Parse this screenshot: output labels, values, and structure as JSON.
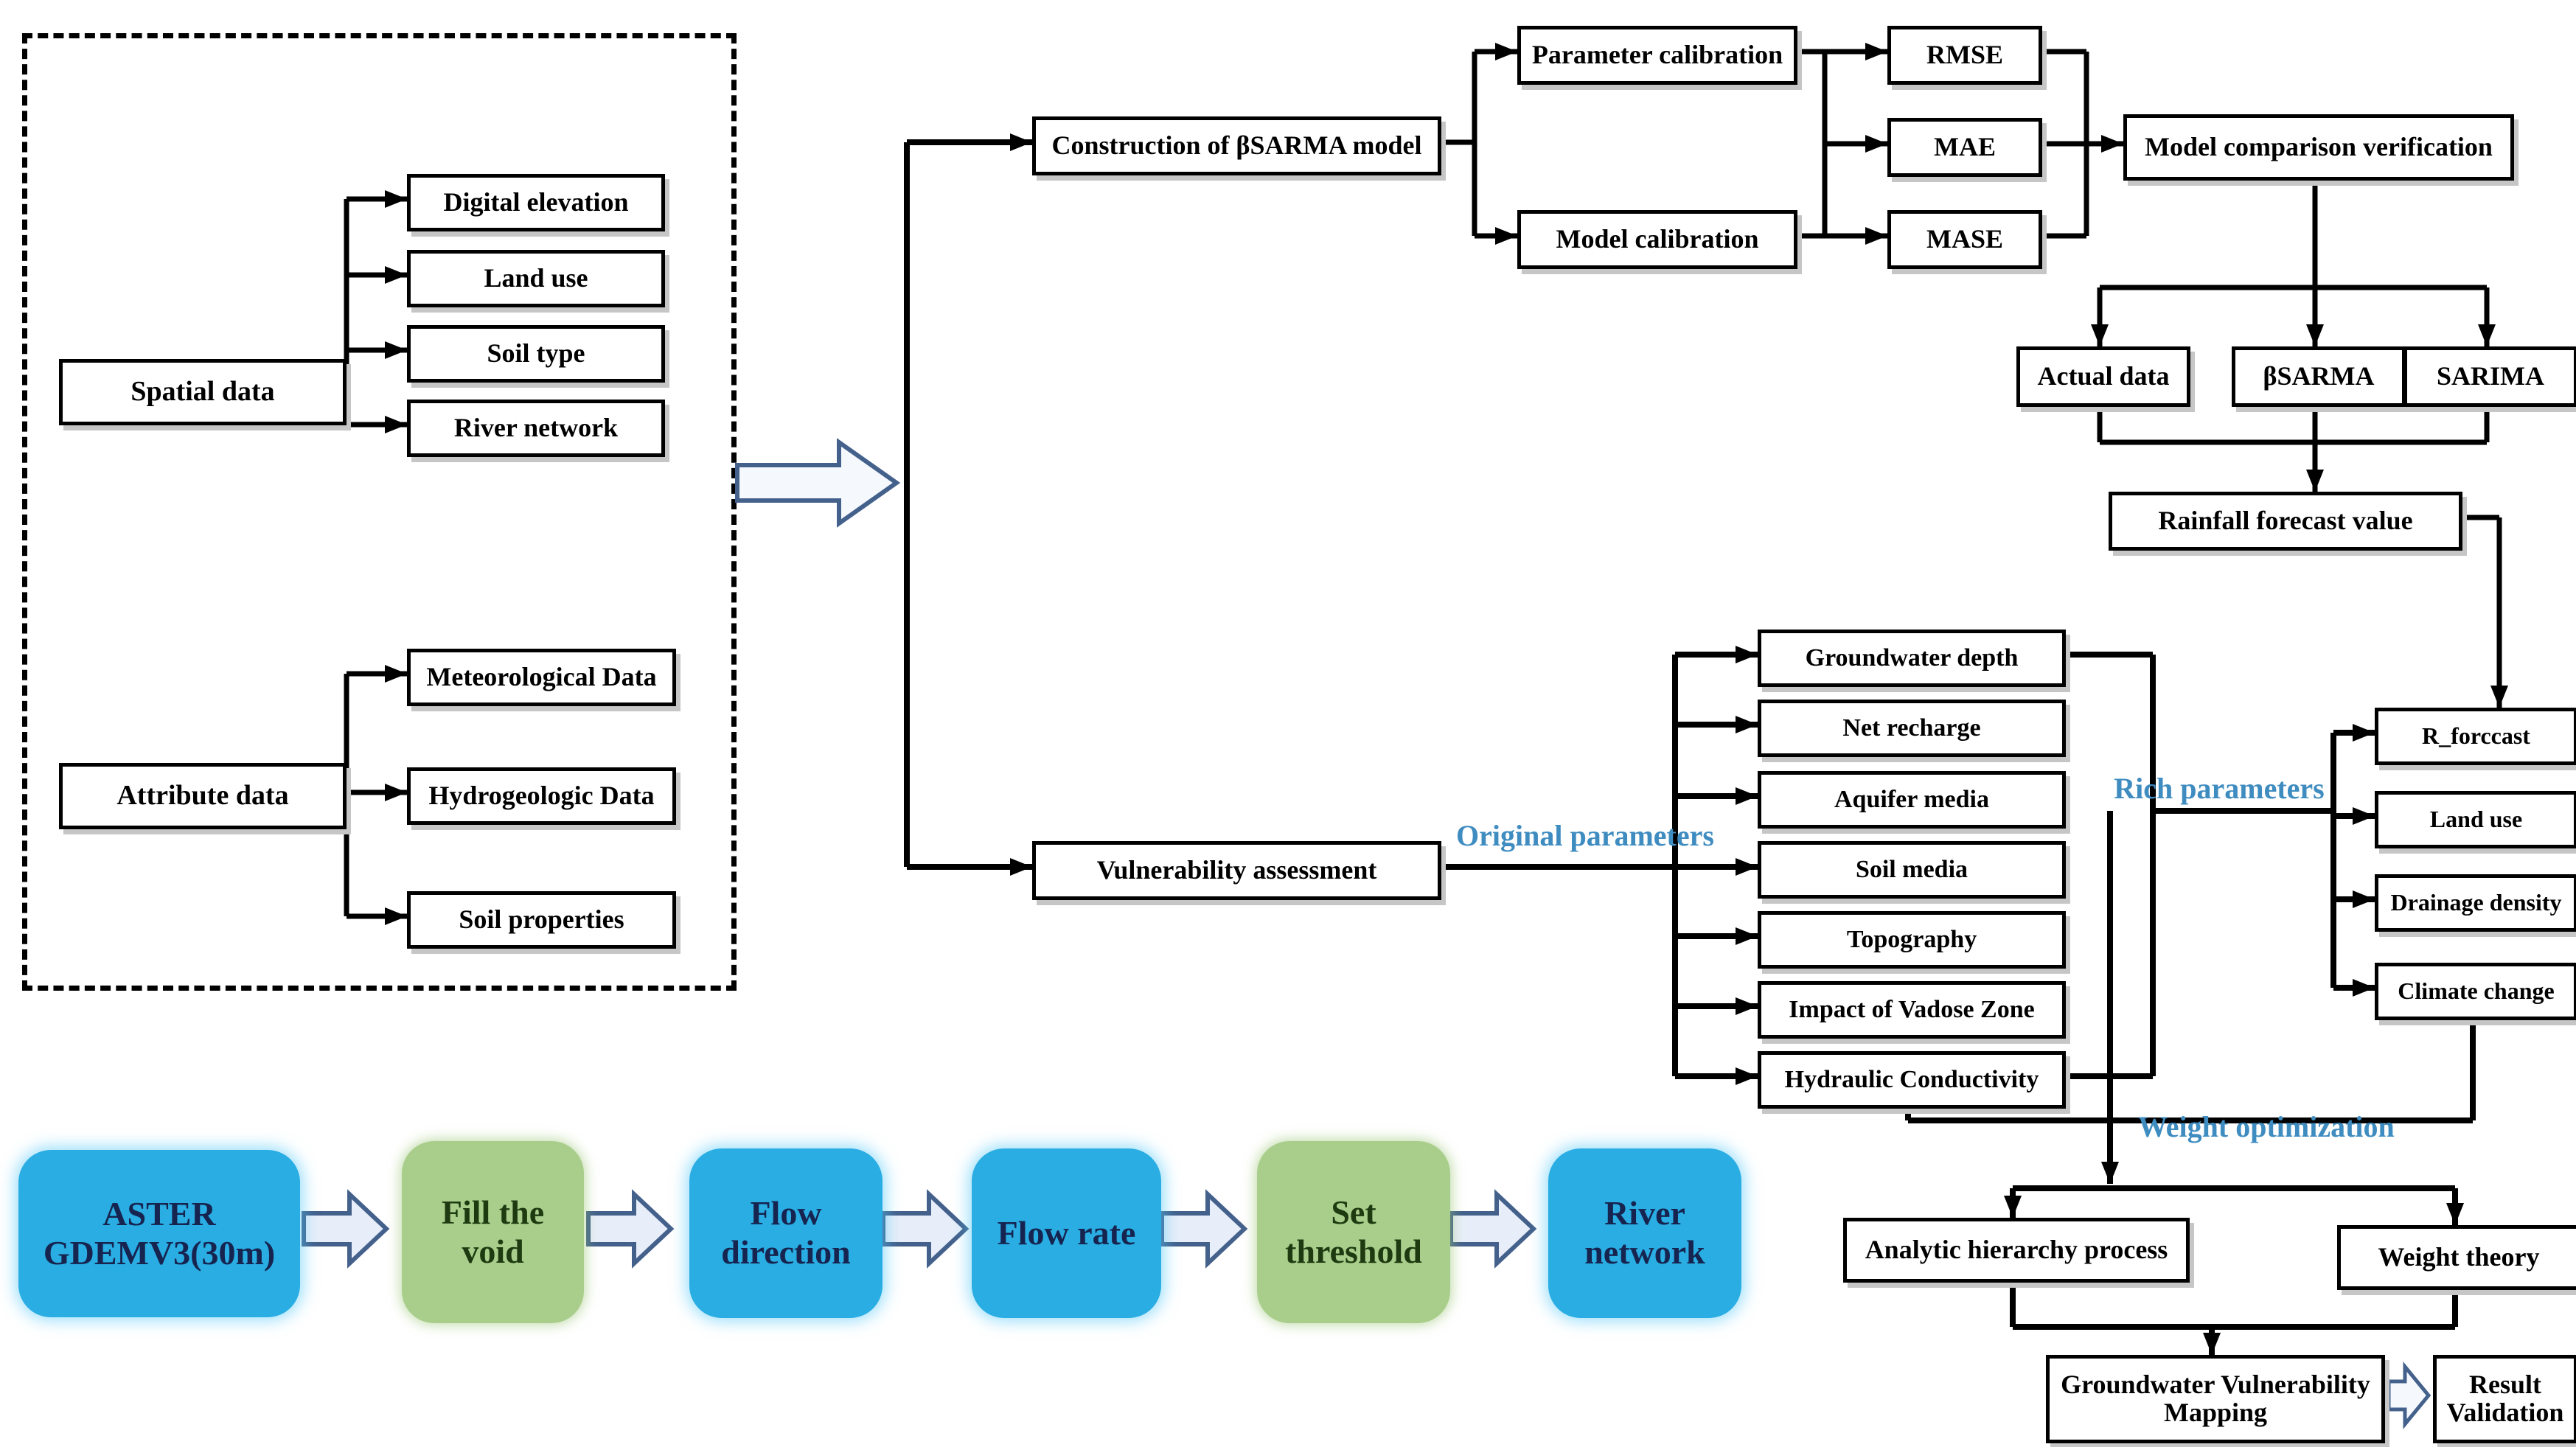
{
  "palette": {
    "process_blue": "#29ade3",
    "process_green": "#a9ce8c",
    "annotation_blue": "#3f8cc0",
    "process_text_navy": "#16244f",
    "process_text_green": "#1e3a10",
    "connector_black": "#000000",
    "block_arrow_outline": "#44618c",
    "block_arrow_fill": "#eef3fb"
  },
  "data_panel": {
    "spatial": {
      "label": "Spatial data",
      "items": [
        "Digital elevation",
        "Land use",
        "Soil type",
        "River network"
      ]
    },
    "attribute": {
      "label": "Attribute data",
      "items": [
        "Meteorological Data",
        "Hydrogeologic Data",
        "Soil properties"
      ]
    }
  },
  "model_flow": {
    "construction": "Construction of βSARMA model",
    "calibrations": [
      "Parameter calibration",
      "Model calibration"
    ],
    "metrics": [
      "RMSE",
      "MAE",
      "MASE"
    ],
    "comparison": "Model comparison verification",
    "models": [
      "Actual data",
      "βSARMA",
      "SARIMA"
    ],
    "rainfall": "Rainfall forecast value"
  },
  "vulnerability": {
    "assessment": "Vulnerability assessment",
    "original_label": "Original parameters",
    "original_params": [
      "Groundwater depth",
      "Net recharge",
      "Aquifer media",
      "Soil media",
      "Topography",
      "Impact of Vadose Zone",
      "Hydraulic Conductivity"
    ],
    "rich_label": "Rich parameters",
    "rich_params": [
      "R_forccast",
      "Land use",
      "Drainage density",
      "Climate change"
    ],
    "weight_label": "Weight optimization",
    "weight_methods": [
      "Analytic hierarchy process",
      "Weight theory"
    ],
    "mapping": "Groundwater Vulnerability Mapping",
    "validation": "Result Validation"
  },
  "dem_flow": {
    "steps": [
      {
        "label": "ASTER GDEMV3(30m)",
        "color": "blue"
      },
      {
        "label": "Fill the void",
        "color": "green"
      },
      {
        "label": "Flow direction",
        "color": "blue"
      },
      {
        "label": "Flow rate",
        "color": "blue"
      },
      {
        "label": "Set threshold",
        "color": "green"
      },
      {
        "label": "River network",
        "color": "blue"
      }
    ]
  }
}
